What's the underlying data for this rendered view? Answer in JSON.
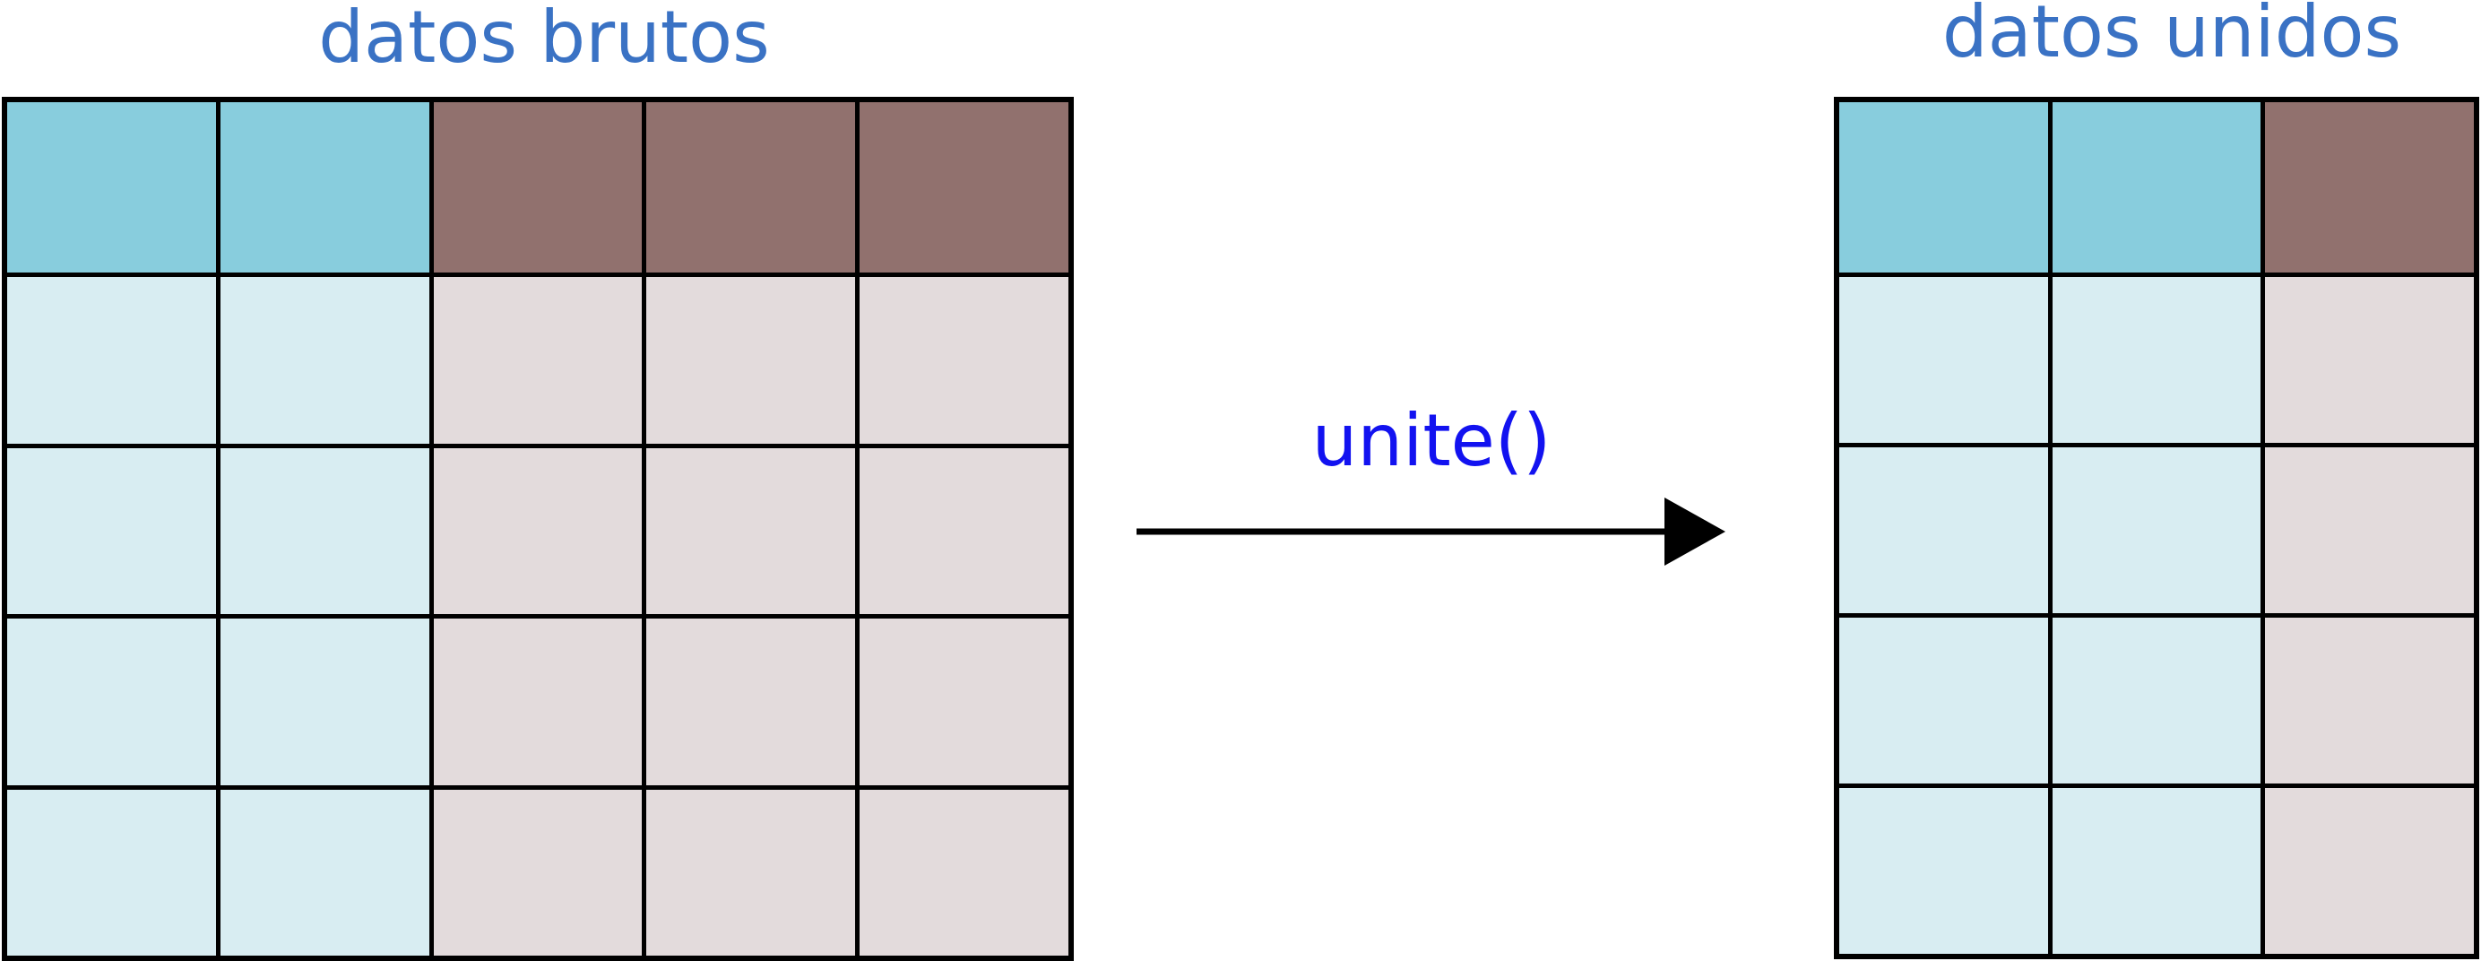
{
  "left_table": {
    "title": "datos brutos",
    "rows": 5,
    "column_types": [
      "key",
      "key",
      "value",
      "value",
      "value"
    ]
  },
  "right_table": {
    "title": "datos unidos",
    "rows": 5,
    "column_types": [
      "key",
      "key",
      "value"
    ]
  },
  "operation": {
    "label": "unite()"
  },
  "colors": {
    "title_text": "#3a72c4",
    "operation_text": "#1212f0",
    "key_header": "#88cddd",
    "key_cell": "#d8edf2",
    "value_header": "#91716e",
    "value_cell": "#e3dbdc",
    "border": "#000000"
  }
}
